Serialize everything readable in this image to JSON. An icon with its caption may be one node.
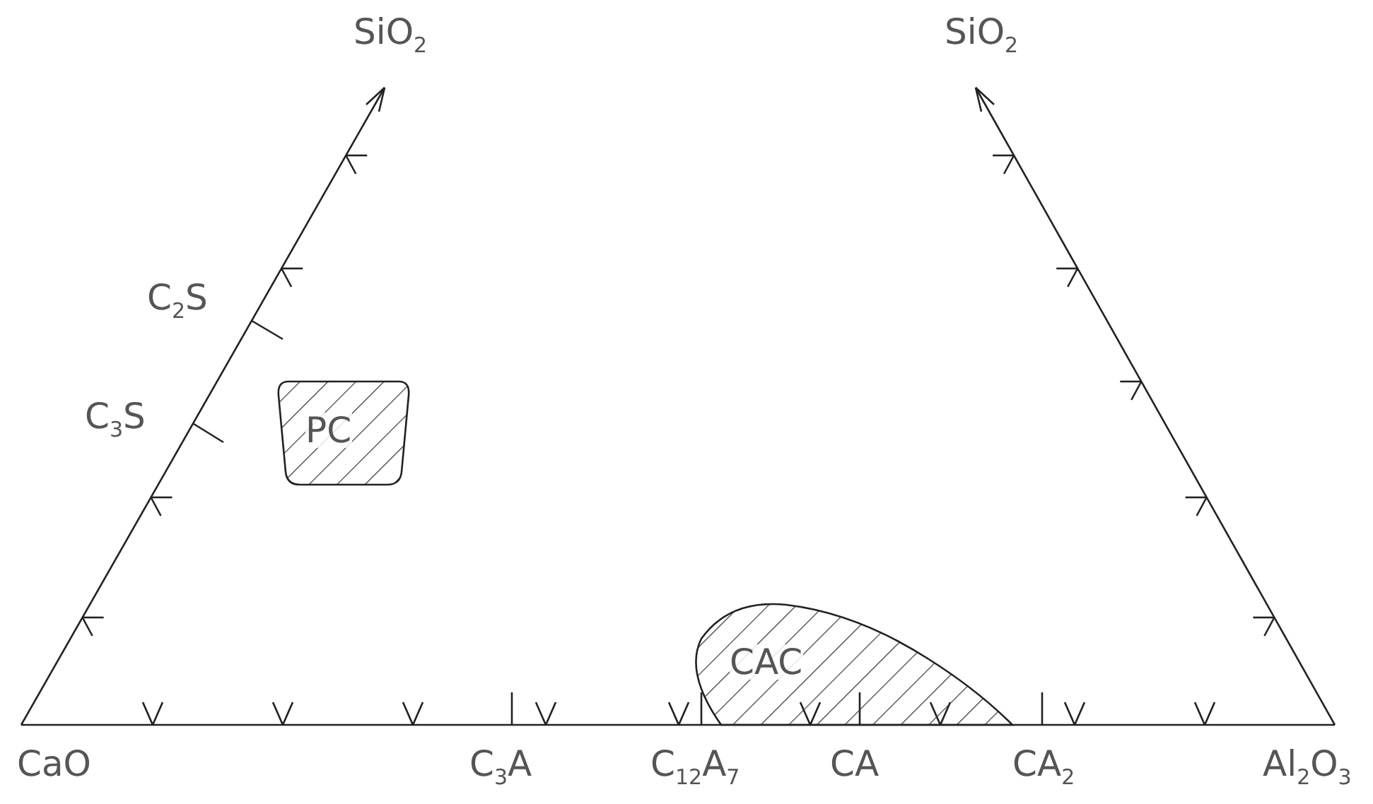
{
  "diagram": {
    "nodes": [
      {
        "text": [
          "PC"
        ]
      },
      {
        "text": [
          "CAC"
        ]
      }
    ],
    "labels": [
      "SiO$_{2}$",
      "SiO$_{2}$",
      "C$_{2}$S",
      "C$_{3}$S",
      "CaO",
      "C$_{3}$A",
      "C$_{12}$A$_{7}$",
      "CA",
      "CA$_{2}$",
      "Al$_{2}$O$_{3}$"
    ]
  }
}
